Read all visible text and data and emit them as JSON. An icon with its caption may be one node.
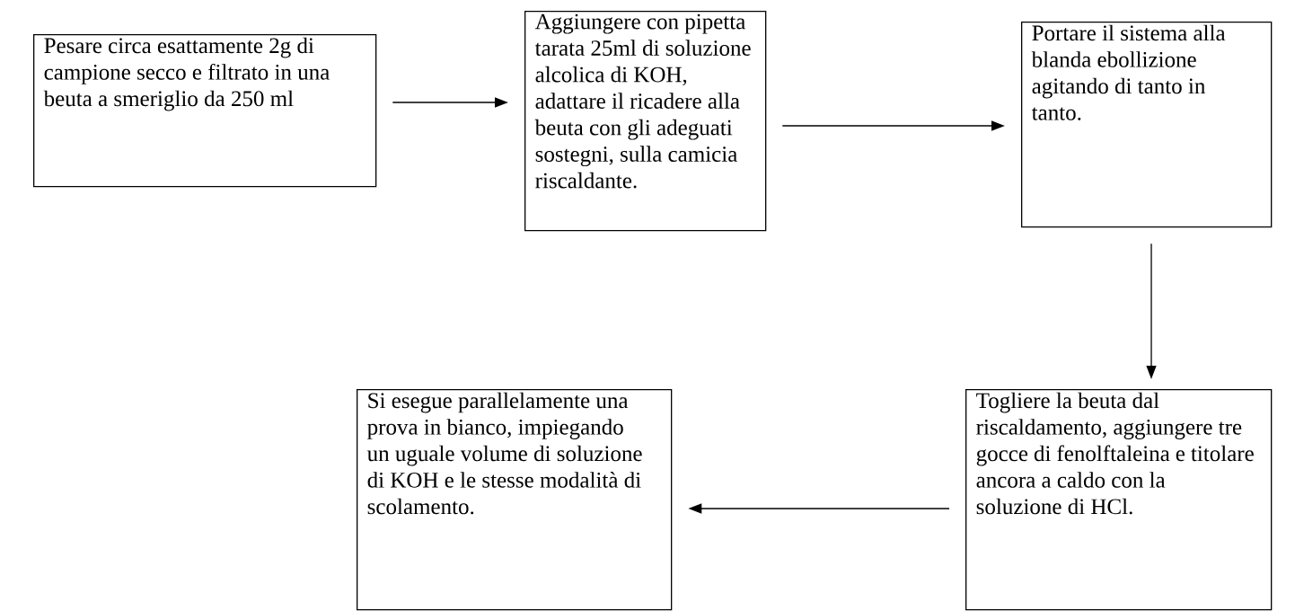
{
  "diagram": {
    "nodes": [
      {
        "text": [
          "Pesare circa esattamente 2g di campione secco e filtrato in una beuta a smeriglio da 250 ml"
        ]
      },
      {
        "text": [
          "Aggiungere con pipetta tarata 25ml di soluzione alcolica di KOH, adattare il ricadere alla beuta con gli adeguati sostegni, sulla camicia riscaldante."
        ]
      },
      {
        "text": [
          "Portare il sistema alla blanda ebollizione agitando di tanto in tanto."
        ]
      },
      {
        "text": [
          "Togliere la beuta dal riscaldamento, aggiungere tre gocce di fenolftaleina e titolare ancora a caldo con la soluzione di HCl."
        ]
      },
      {
        "text": [
          "Si esegue parallelamente una prova in bianco, impiegando un uguale volume di soluzione di KOH e le stesse modalità di scolamento."
        ]
      }
    ],
    "edges": [
      {
        "from": 0,
        "to": 1,
        "arrow": "to"
      },
      {
        "from": 1,
        "to": 2,
        "arrow": "to"
      },
      {
        "from": 2,
        "to": 3,
        "arrow": "to"
      },
      {
        "from": 3,
        "to": 4,
        "arrow": "to"
      }
    ]
  }
}
